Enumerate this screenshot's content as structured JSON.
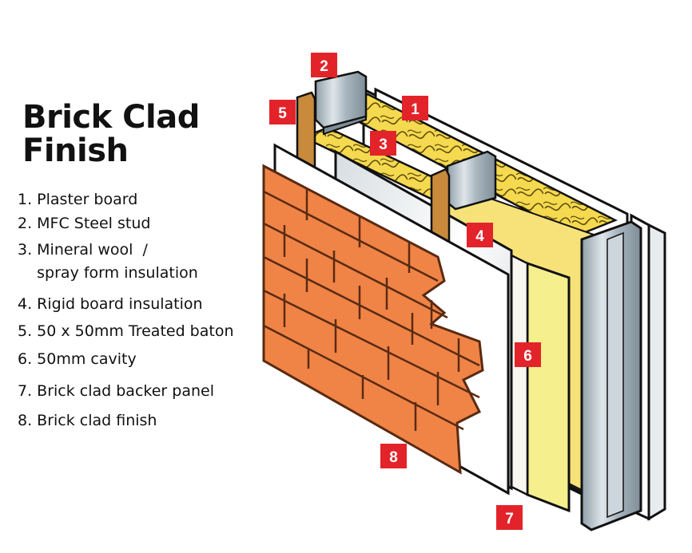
{
  "title": {
    "line1": "Brick Clad",
    "line2": "Finish"
  },
  "legend": [
    {
      "text": "1. Plaster board"
    },
    {
      "text": "2. MFC Steel stud"
    },
    {
      "text": "3. Mineral wool  /"
    },
    {
      "text": "    spray form insulation"
    },
    {
      "text": "4. Rigid board insulation"
    },
    {
      "text": "5. 50 x 50mm Treated baton"
    },
    {
      "text": "6. 50mm cavity"
    },
    {
      "text": "7. Brick clad backer panel"
    },
    {
      "text": "8. Brick clad finish"
    }
  ],
  "badges": [
    "1",
    "2",
    "3",
    "4",
    "5",
    "6",
    "7",
    "8"
  ],
  "colors": {
    "badge": "#e3232a",
    "brick": "#ef8446",
    "mortar": "#5a2a12",
    "insulation": "#f7e27a",
    "board_yellow": "#f5ef8e",
    "steel": "#b9c6cf",
    "baton": "#c98a3c"
  }
}
